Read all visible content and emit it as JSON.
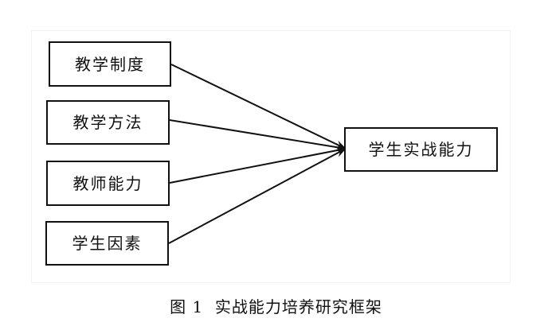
{
  "diagram": {
    "inputs": [
      {
        "id": "jiaoxue-zhidu",
        "label": "教学制度"
      },
      {
        "id": "jiaoxue-fangfa",
        "label": "教学方法"
      },
      {
        "id": "jiaoshi-nengli",
        "label": "教师能力"
      },
      {
        "id": "xuesheng-yinsu",
        "label": "学生因素"
      }
    ],
    "output": {
      "id": "xuesheng-shizhan-nengli",
      "label": "学生实战能力"
    },
    "edges": [
      {
        "from": "jiaoxue-zhidu",
        "to": "xuesheng-shizhan-nengli"
      },
      {
        "from": "jiaoxue-fangfa",
        "to": "xuesheng-shizhan-nengli"
      },
      {
        "from": "jiaoshi-nengli",
        "to": "xuesheng-shizhan-nengli"
      },
      {
        "from": "xuesheng-yinsu",
        "to": "xuesheng-shizhan-nengli"
      }
    ],
    "caption": "图 1  实战能力培养研究框架"
  }
}
